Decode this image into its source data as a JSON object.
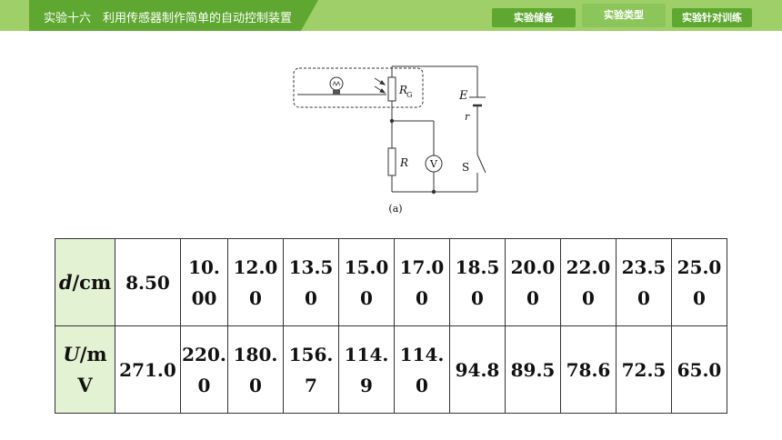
{
  "header": {
    "title": "实验十六　利用传感器制作简单的自动控制装置",
    "tabs": [
      {
        "label": "实验储备",
        "active": false
      },
      {
        "label": "实验类型",
        "active": true
      },
      {
        "label": "实验针对训练",
        "active": false
      }
    ]
  },
  "figure": {
    "labels": {
      "rg": "R",
      "rg_sub": "G",
      "e": "E",
      "r_internal": "r",
      "r": "R",
      "voltmeter": "V",
      "switch": "S",
      "caption": "(a)"
    }
  },
  "table": {
    "row1": {
      "head_var": "d",
      "head_unit": "/cm",
      "cells": [
        "8.50",
        "10.\n00",
        "12.0\n0",
        "13.5\n0",
        "15.0\n0",
        "17.0\n0",
        "18.5\n0",
        "20.0\n0",
        "22.0\n0",
        "23.5\n0",
        "25.0\n0"
      ]
    },
    "row2": {
      "head_var": "U",
      "head_unit": "/m\nV",
      "cells": [
        "271.0",
        "220.\n0",
        "180.\n0",
        "156.\n7",
        "114.\n9",
        "114.\n0",
        "94.8",
        "89.5",
        "78.6",
        "72.5",
        "65.0"
      ]
    }
  }
}
